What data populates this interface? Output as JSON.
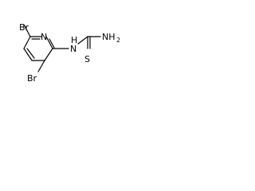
{
  "molecule": {
    "atoms": {
      "br_top": "Br",
      "br_bottom": "Br",
      "n_ring": "N",
      "n_amine": "N",
      "h_amine": "H",
      "nh2": "NH",
      "nh2_sub": "2",
      "s": "S"
    },
    "colors": {
      "bond": "#000000",
      "text": "#000000",
      "background": "#ffffff"
    }
  }
}
